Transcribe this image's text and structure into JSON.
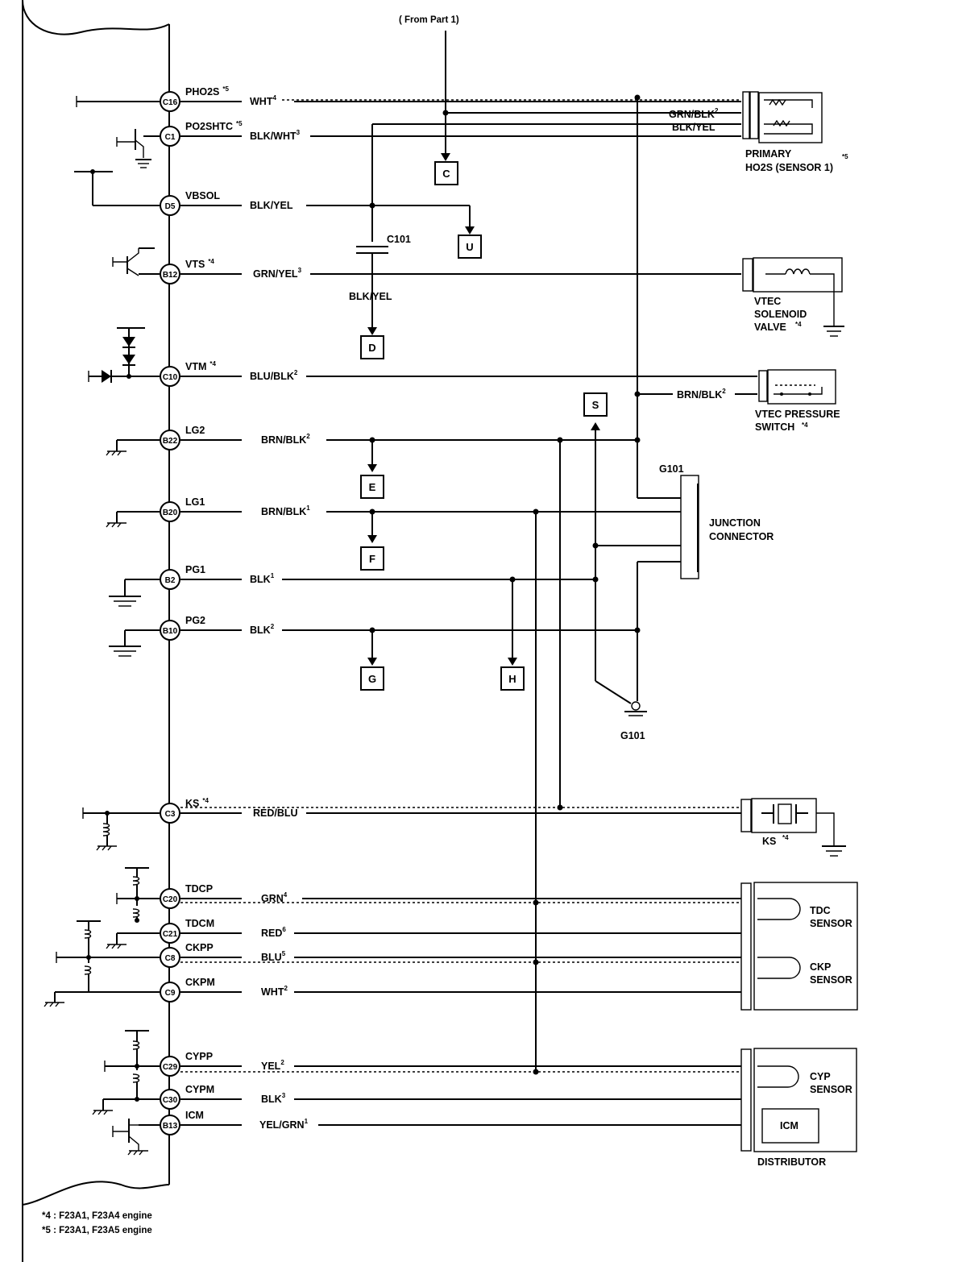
{
  "header": {
    "from_part": "( From Part 1)"
  },
  "ecm_pins": [
    {
      "pin": "C16",
      "signal": "PHO2S",
      "mark": "*5",
      "wire": "WHT",
      "wire_sup": "4"
    },
    {
      "pin": "C1",
      "signal": "PO2SHTC",
      "mark": "*5",
      "wire": "BLK/WHT",
      "wire_sup": "3"
    },
    {
      "pin": "D5",
      "signal": "VBSOL",
      "mark": "",
      "wire": "BLK/YEL",
      "wire_sup": ""
    },
    {
      "pin": "B12",
      "signal": "VTS",
      "mark": "*4",
      "wire": "GRN/YEL",
      "wire_sup": "3"
    },
    {
      "pin": "C10",
      "signal": "VTM",
      "mark": "*4",
      "wire": "BLU/BLK",
      "wire_sup": "2"
    },
    {
      "pin": "B22",
      "signal": "LG2",
      "mark": "",
      "wire": "BRN/BLK",
      "wire_sup": "2"
    },
    {
      "pin": "B20",
      "signal": "LG1",
      "mark": "",
      "wire": "BRN/BLK",
      "wire_sup": "1"
    },
    {
      "pin": "B2",
      "signal": "PG1",
      "mark": "",
      "wire": "BLK",
      "wire_sup": "1"
    },
    {
      "pin": "B10",
      "signal": "PG2",
      "mark": "",
      "wire": "BLK",
      "wire_sup": "2"
    },
    {
      "pin": "C3",
      "signal": "KS",
      "mark": "*4",
      "wire": "RED/BLU",
      "wire_sup": ""
    },
    {
      "pin": "C20",
      "signal": "TDCP",
      "mark": "",
      "wire": "GRN",
      "wire_sup": "4"
    },
    {
      "pin": "C21",
      "signal": "TDCM",
      "mark": "",
      "wire": "RED",
      "wire_sup": "6"
    },
    {
      "pin": "C8",
      "signal": "CKPP",
      "mark": "",
      "wire": "BLU",
      "wire_sup": "5"
    },
    {
      "pin": "C9",
      "signal": "CKPM",
      "mark": "",
      "wire": "WHT",
      "wire_sup": "2"
    },
    {
      "pin": "C29",
      "signal": "CYPP",
      "mark": "",
      "wire": "YEL",
      "wire_sup": "2"
    },
    {
      "pin": "C30",
      "signal": "CYPM",
      "mark": "",
      "wire": "BLK",
      "wire_sup": "3"
    },
    {
      "pin": "B13",
      "signal": "ICM",
      "mark": "",
      "wire": "YEL/GRN",
      "wire_sup": "1"
    }
  ],
  "wires": {
    "ho2s_grn": "GRN/BLK",
    "ho2s_grn_sup": "2",
    "ho2s_blk": "BLK/YEL",
    "c101_out": "BLK/YEL",
    "vtec_ps_wire": "BRN/BLK",
    "vtec_ps_wire_sup": "2"
  },
  "connectors": {
    "c101": "C101",
    "g101_top": "G101",
    "g101_bottom": "G101"
  },
  "offpage": [
    "C",
    "U",
    "D",
    "S",
    "E",
    "F",
    "G",
    "H"
  ],
  "components": {
    "ho2s_line1": "PRIMARY",
    "ho2s_line2": "HO2S (SENSOR 1)",
    "ho2s_mark": "*5",
    "vtec_sol_1": "VTEC",
    "vtec_sol_2": "SOLENOID",
    "vtec_sol_3": "VALVE",
    "vtec_sol_mark": "*4",
    "vtec_ps_1": "VTEC PRESSURE",
    "vtec_ps_2": "SWITCH",
    "vtec_ps_mark": "*4",
    "junction_1": "JUNCTION",
    "junction_2": "CONNECTOR",
    "ks": "KS",
    "ks_mark": "*4",
    "tdc_1": "TDC",
    "tdc_2": "SENSOR",
    "ckp_1": "CKP",
    "ckp_2": "SENSOR",
    "cyp_1": "CYP",
    "cyp_2": "SENSOR",
    "icm": "ICM",
    "distributor": "DISTRIBUTOR"
  },
  "notes": [
    "*4 : F23A1, F23A4 engine",
    "*5 : F23A1, F23A5 engine"
  ]
}
